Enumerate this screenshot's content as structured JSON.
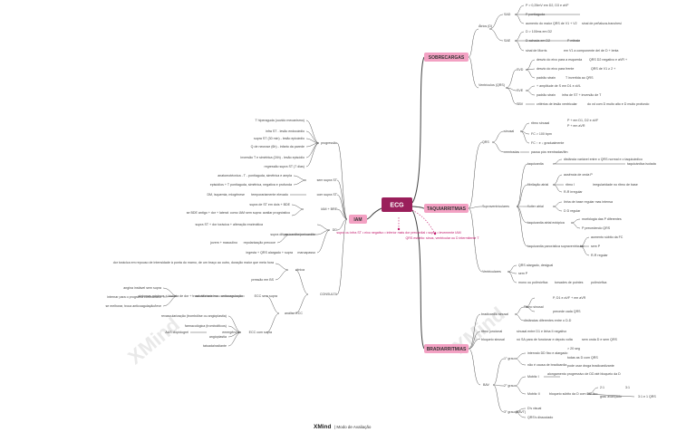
{
  "central": {
    "label": "ECG"
  },
  "iam": {
    "label": "IAM",
    "note": "supra ou infra ST • eixo negativo • inferior mais dor precordial • supra • levemente IAM",
    "groups": [
      {
        "label": "progressão",
        "items": [
          "T hiperaguda (ouvido mecanismo)",
          "infra ST - lesão endocárdio",
          "supra ST (30 min) - lesão epicárdio",
          "Q de necrose (6h) - infarto da parede",
          "inversão T e simétrica (24h) - lesão episódio",
          "regressão supra ST (7 dias)"
        ]
      },
      {
        "label": "sem supra ST",
        "items": [
          "anatomotécnica - T - pontiaguda, simétrica e ampla",
          "episódios + T pontiaguda, simétrica, negativa e profunda"
        ]
      },
      {
        "label": "com supra ST",
        "items": [
          "temporariamente elevado",
          "DM, isquemia, miogênese"
        ]
      },
      {
        "label": "IAM + BRE",
        "items": [
          "supra de ST em dois + BDE",
          "se BDE antigo + dor + lateral: como IAM sem supra: avaliar prognóstico"
        ]
      },
      {
        "label": "DD",
        "items": [
          "supra ST + dor torácica + alteração enzimática",
          "supra difuso",
          "pericardite/pericardite",
          "jovem + masculino",
          "repolarização precoce",
          "ingesta + QRS alargado + supra",
          "marcapasso"
        ]
      }
    ],
    "consulta": {
      "label": "CONSULTA",
      "clinica": {
        "label": "clínica",
        "items": [
          "dor torácica em repouso de intensidade à ponta do mamo, de um braço ao outro, duração maior que meia hora",
          "pressão em BS"
        ]
      },
      "ecc": {
        "label": "análise ECC",
        "sem_supra": {
          "label": "ECC sem supra",
          "node": "oclusão mínima - anticoagulação",
          "sub": "sintomas mínimos + história de dor + troca de risco",
          "left": [
            "angina instável sem supra",
            "internar para o programa coronariano",
            "se melhorar, troca anticoagulação/leve"
          ]
        },
        "com_supra": {
          "label": "ECC com supra",
          "node": "emergência",
          "sub": [
            "revascularização (trombólise ou angioplastia)",
            "farmacológica (trombolíticos)",
            "angioplastia",
            "tatuada/radiante"
          ],
          "left": "AAS clopidogrel"
        }
      }
    }
  },
  "sobrecargas": {
    "label": "SOBRECARGAS",
    "atrios": {
      "label": "Átrios (D)",
      "sad": {
        "label": "SAD",
        "items": [
          "P > 0,25mV em D2, D3 e aVF",
          "P pontiaguda",
          "aumento do maior QRS de V1 + V2",
          "sinal de peñaloza-tranchesi"
        ]
      },
      "sae": {
        "label": "SAE",
        "items": [
          "D > 100ms em D2",
          "D achada em D2",
          "P mitrale",
          "sinal de Morris",
          "em V1 a componente del de D + lenta"
        ]
      }
    },
    "ventriculos": {
      "label": "Ventrículos (QRS)",
      "svd": {
        "label": "SVD",
        "items": [
          "desvio do eixo para a esquerda",
          "QRS D2 negativo e aVR +",
          "desvio do eixo para frente",
          "QRS de V1 ≥ 2 +",
          "padrão strain",
          "T invertida ao QRS"
        ]
      },
      "sve": {
        "label": "SVE",
        "items": [
          "+ amplitude de S em D1 e aVL",
          "padrão strain",
          "infra de ST + inversão de T"
        ]
      },
      "sbv": {
        "label": "SBV",
        "items": [
          "critérios de lesão ventricular",
          "do vd com D muito alto e D muito profundo"
        ]
      }
    }
  },
  "taquiarritmias": {
    "label": "TAQUIARRITMIAS",
    "qrs_estreito_note": "QRS estreito: sinus, ventricular ou D intermitente T",
    "qrs_estreito": {
      "label": "QRS",
      "sinusal": {
        "label": "sinusal",
        "items": [
          "ritmo sinusal",
          "P + em D1, D2 e aVF",
          "P + em aVR",
          "FC > 100 bpm",
          "FC ↑ e ↓ gradualmente"
        ]
      },
      "reentrada": "reentradas",
      "reentrada_note": "pausa pós reentradas/fim"
    },
    "supraventriculares": {
      "label": "Supraventriculares",
      "items": [
        {
          "label": "taquicardia",
          "sub": [
            "distância variável entre o QRS normal e o taquicárdico",
            "taquicárdica isolada"
          ]
        },
        {
          "label": "fibrilação atrial",
          "sub": [
            "ausência de onda P",
            "ritmo I",
            "irregularidade no ritmo de base",
            "R-R irregular"
          ]
        },
        {
          "label": "flutter atrial",
          "sub": [
            "linha de base regular mas intensa",
            "D D regular"
          ]
        },
        {
          "label": "taquicardia atrial ectópica",
          "sub": [
            "morfologia das P diferentes",
            "P precedendo QRS"
          ]
        },
        {
          "label": "taquicardia paroxística supraventricular",
          "sub": [
            "aumento súbito da FC",
            "sem P",
            "R-R regular"
          ]
        }
      ]
    },
    "ventriculares": {
      "label": "Ventriculares",
      "items": [
        "QRS alargado, desigual",
        "sem P",
        "mono ou polimórfica",
        "torsades de pointes",
        "polimórfica"
      ]
    }
  },
  "bradiarritmias": {
    "label": "BRADIARRITMIAS",
    "bradicardia_sinusal": {
      "label": "bradicardia sinusal",
      "sub": "Ritmo sinusal",
      "items": [
        "P, D1 e aVF + em aVR",
        "precede cada QRS",
        "distâncias diferentes entre o D-D"
      ]
    },
    "ritmo_juncional": {
      "label": "ritmo juncional",
      "items": [
        "sinusal entre D1 e linha II negativo"
      ]
    },
    "bloqueio_sinusal": {
      "label": "bloqueio sinusal",
      "items": [
        "nó SA para de funcionar e depois volta",
        "sem onda D e sem QRS"
      ]
    },
    "bav": {
      "label": "BAV",
      "primeiro": {
        "label": "1° grau",
        "items": [
          "intervalo DD fixo e alargado",
          "> 20 seg",
          "não é causa de bradicardia",
          "todas as D com QRS",
          "pode usar droga bradicardizante"
        ]
      },
      "segundo": {
        "label": "2° grau",
        "mobitz1": {
          "label": "Mobitz I",
          "items": [
            "alongamento progressivo de DD até bloqueio da D"
          ]
        },
        "mobitz2": {
          "label": "Mobitz II",
          "items": [
            "bloqueio súbito da D com DD fixo",
            "2:1",
            "3:1",
            "3:1 e 1 QRS",
            "grau avançado"
          ]
        }
      },
      "terceiro": {
        "label": "3° grau (BAVT)",
        "items": [
          "D's visual",
          "QRS's dissociado"
        ]
      }
    }
  },
  "footer": {
    "brand": "XMind",
    "mode": "| Modo de Avaliação"
  }
}
